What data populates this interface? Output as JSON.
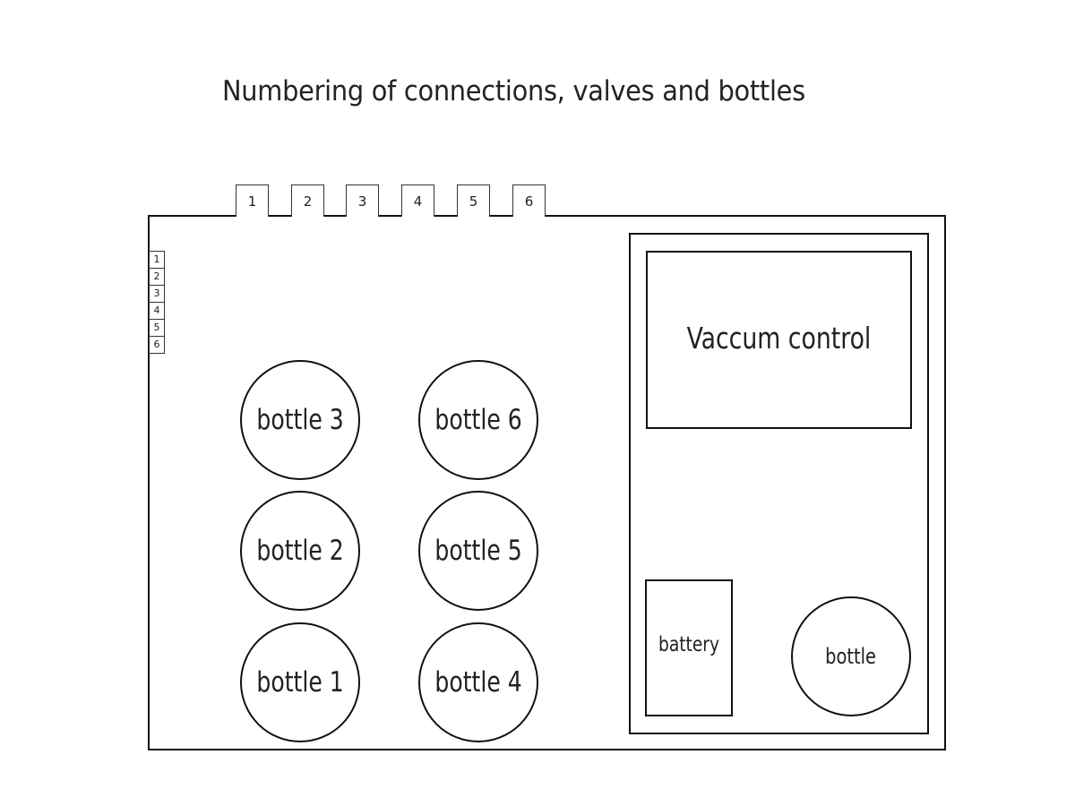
{
  "title": "Numbering of connections, valves and bottles",
  "connections": [
    "1",
    "2",
    "3",
    "4",
    "5",
    "6"
  ],
  "valves": [
    "1",
    "2",
    "3",
    "4",
    "5",
    "6"
  ],
  "bottles": {
    "b1": "bottle 1",
    "b2": "bottle 2",
    "b3": "bottle 3",
    "b4": "bottle 4",
    "b5": "bottle 5",
    "b6": "bottle 6"
  },
  "control_unit": {
    "vacuum_label": "Vaccum control",
    "battery_label": "battery",
    "bottle_label": "bottle"
  }
}
